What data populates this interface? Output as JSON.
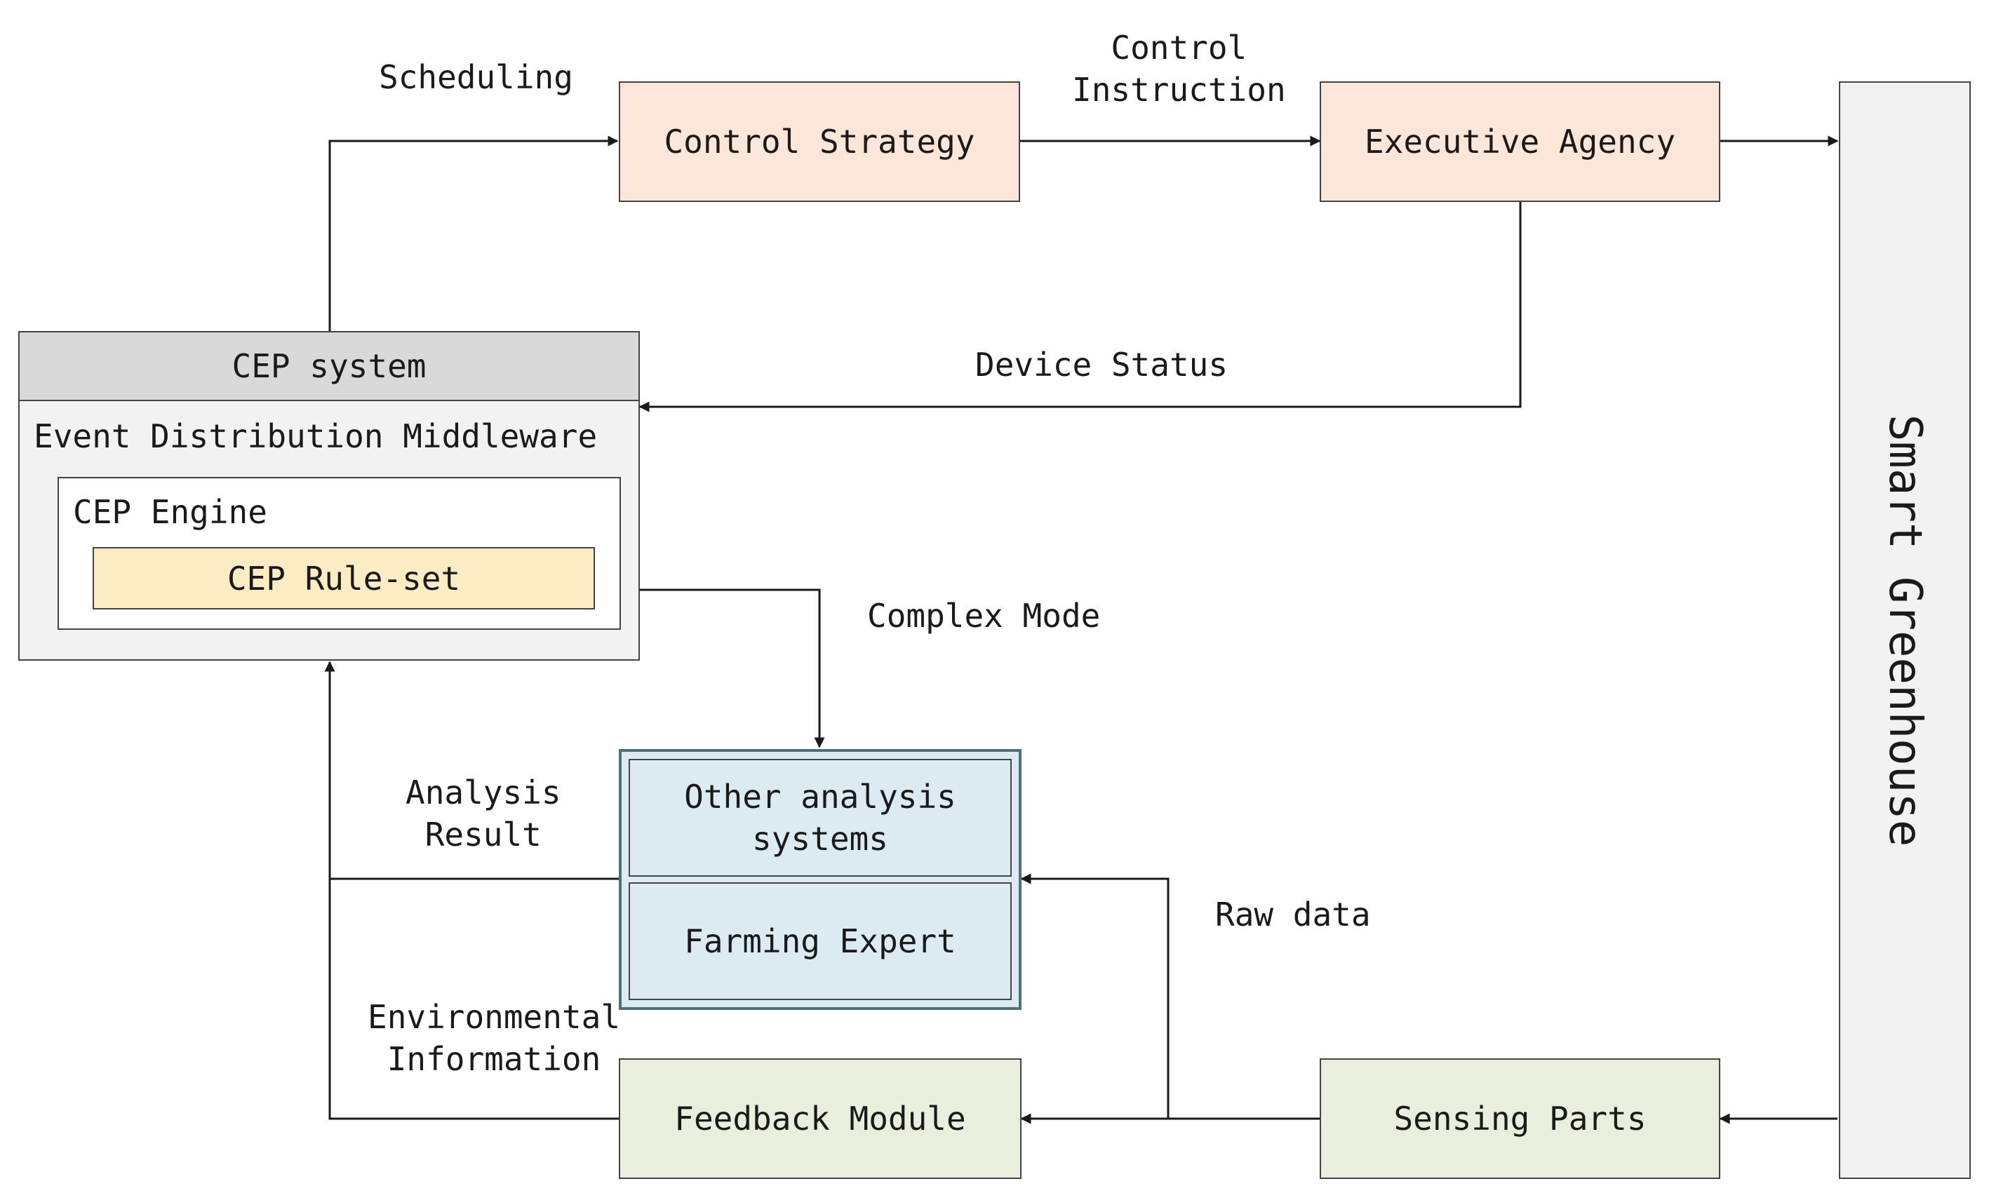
{
  "nodes": {
    "control_strategy": "Control Strategy",
    "executive_agency": "Executive Agency",
    "smart_greenhouse": "Smart Greenhouse",
    "cep_system": "CEP system",
    "event_distribution_middleware": "Event Distribution Middleware",
    "cep_engine": "CEP Engine",
    "cep_rule_set": "CEP Rule-set",
    "other_analysis_systems": "Other analysis\nsystems",
    "farming_expert": "Farming Expert",
    "feedback_module": "Feedback Module",
    "sensing_parts": "Sensing Parts"
  },
  "edges": {
    "scheduling": "Scheduling",
    "control_instruction": "Control\nInstruction",
    "device_status": "Device Status",
    "complex_mode": "Complex Mode",
    "analysis_result": "Analysis\nResult",
    "raw_data": "Raw data",
    "environmental_information": "Environmental\nInformation"
  },
  "colors": {
    "process_box": "#fbe6d9",
    "sensing_box": "#e9efdc",
    "analysis_box": "#dcebf2",
    "rule_set_box": "#fcecc3",
    "cep_header": "#d9d9d9",
    "cep_body": "#f2f2f2",
    "line": "#1a1a1a"
  }
}
